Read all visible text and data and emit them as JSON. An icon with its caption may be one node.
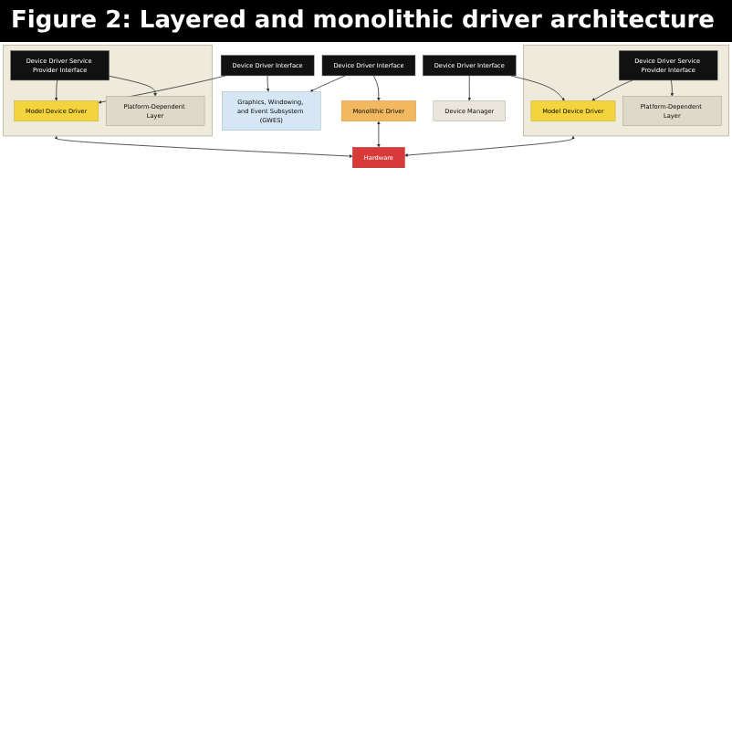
{
  "diagram": {
    "title": "Figure 2:  Layered and monolithic driver architecture",
    "nodes": [
      {
        "text": [
          "Graphics, Windowing, and Event Subsystem (GWES)"
        ]
      },
      {
        "text": [
          "Device Manager"
        ]
      },
      {
        "text": [
          "Device Driver Interface"
        ]
      },
      {
        "text": [
          "Device Driver Interface"
        ]
      },
      {
        "text": [
          "Device Driver Interface"
        ]
      },
      {
        "text": [],
        "shape": "box"
      },
      {
        "text": [
          "Model Device Driver"
        ],
        "in": 5
      },
      {
        "text": [
          "Device Driver Service Provider Interface"
        ],
        "in": 5
      },
      {
        "text": [
          "Platform-Dependent Layer"
        ],
        "in": 5
      },
      {
        "text": [
          "Monolithic Driver"
        ]
      },
      {
        "text": [],
        "shape": "box"
      },
      {
        "text": [
          "Model Device Driver"
        ],
        "in": 10
      },
      {
        "text": [
          "Device Driver Service Provider Interface"
        ],
        "in": 10
      },
      {
        "text": [
          "Platform-Dependent Layer"
        ],
        "in": 10
      },
      {
        "text": [
          "Hardware"
        ]
      }
    ],
    "edges": [
      {
        "from": 2,
        "to": 0,
        "arrow": "to"
      },
      {
        "from": 2,
        "to": 6,
        "arrow": "to"
      },
      {
        "from": 3,
        "to": 0,
        "arrow": "to"
      },
      {
        "from": 3,
        "to": 9,
        "arrow": "to"
      },
      {
        "from": 4,
        "to": 1,
        "arrow": "to"
      },
      {
        "from": 4,
        "to": 11,
        "arrow": "to"
      },
      {
        "from": 7,
        "to": 6,
        "arrow": "to"
      },
      {
        "from": 7,
        "to": 8,
        "arrow": "to"
      },
      {
        "from": 12,
        "to": 11,
        "arrow": "to"
      },
      {
        "from": 12,
        "to": 13,
        "arrow": "to"
      },
      {
        "from": 5,
        "to": 14,
        "arrow": "both"
      },
      {
        "from": 9,
        "to": 14,
        "arrow": "both"
      },
      {
        "from": 10,
        "to": 14,
        "arrow": "both"
      }
    ]
  }
}
